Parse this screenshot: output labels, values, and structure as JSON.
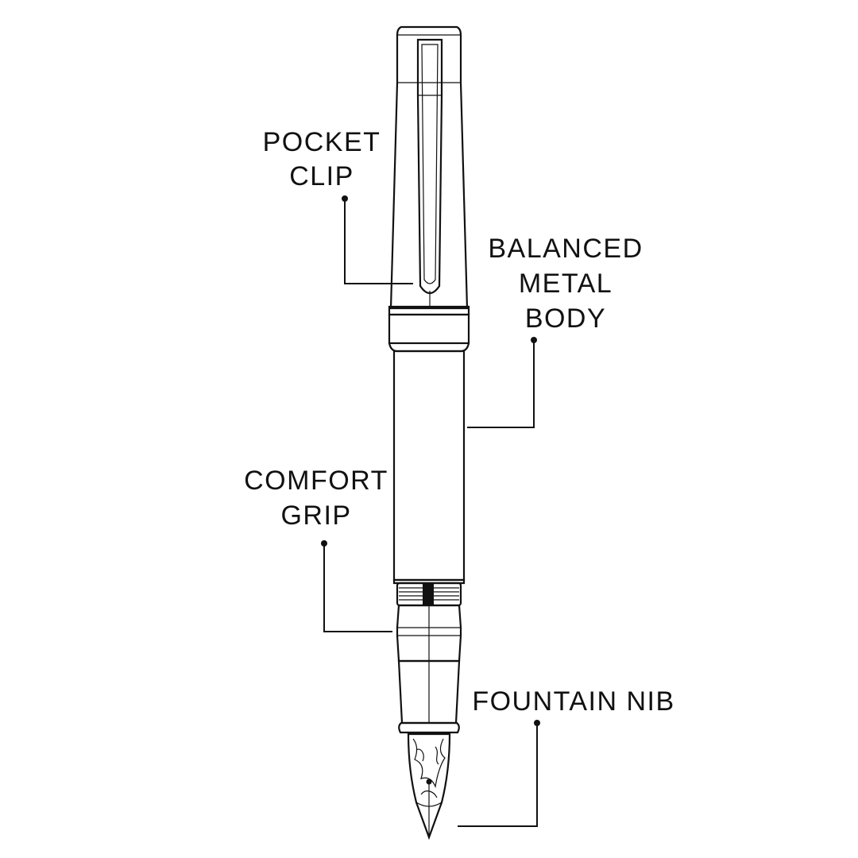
{
  "colors": {
    "ink": "#111111",
    "background": "#ffffff"
  },
  "callouts": {
    "pocket_clip": {
      "line1": "POCKET",
      "line2": "CLIP"
    },
    "balanced_metal_body": {
      "line1": "BALANCED",
      "line2": "METAL",
      "line3": "BODY"
    },
    "comfort_grip": {
      "line1": "COMFORT",
      "line2": "GRIP"
    },
    "fountain_nib": {
      "line1": "FOUNTAIN NIB"
    }
  }
}
